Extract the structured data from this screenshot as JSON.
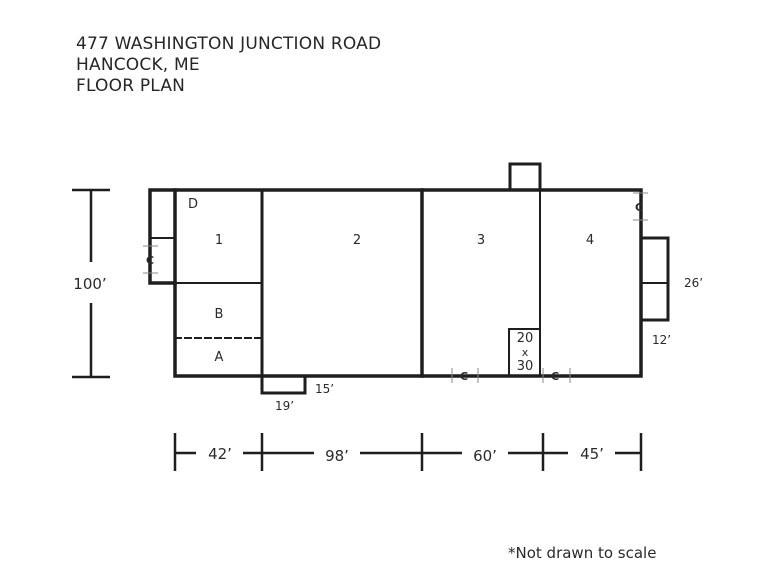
{
  "header": {
    "address": "477 WASHINGTON JUNCTION ROAD",
    "city": "HANCOCK, ME",
    "subtitle": "FLOOR PLAN"
  },
  "rooms": {
    "d": "D",
    "one": "1",
    "two": "2",
    "three": "3",
    "four": "4",
    "b": "B",
    "a": "A"
  },
  "annex": {
    "line1": "20",
    "line2": "x",
    "line3": "30"
  },
  "dimensions": {
    "height": "100’",
    "seg1": "42’",
    "seg2": "98’",
    "seg3": "60’",
    "seg4": "45’",
    "right_bump": "26’",
    "right_offset": "12’",
    "bottom_bump_width": "19’",
    "bottom_bump_depth": "15’"
  },
  "door_marker": "C",
  "colors": {
    "line": "#1e1e1e",
    "door": "#888888"
  },
  "footnote": "*Not drawn to scale"
}
